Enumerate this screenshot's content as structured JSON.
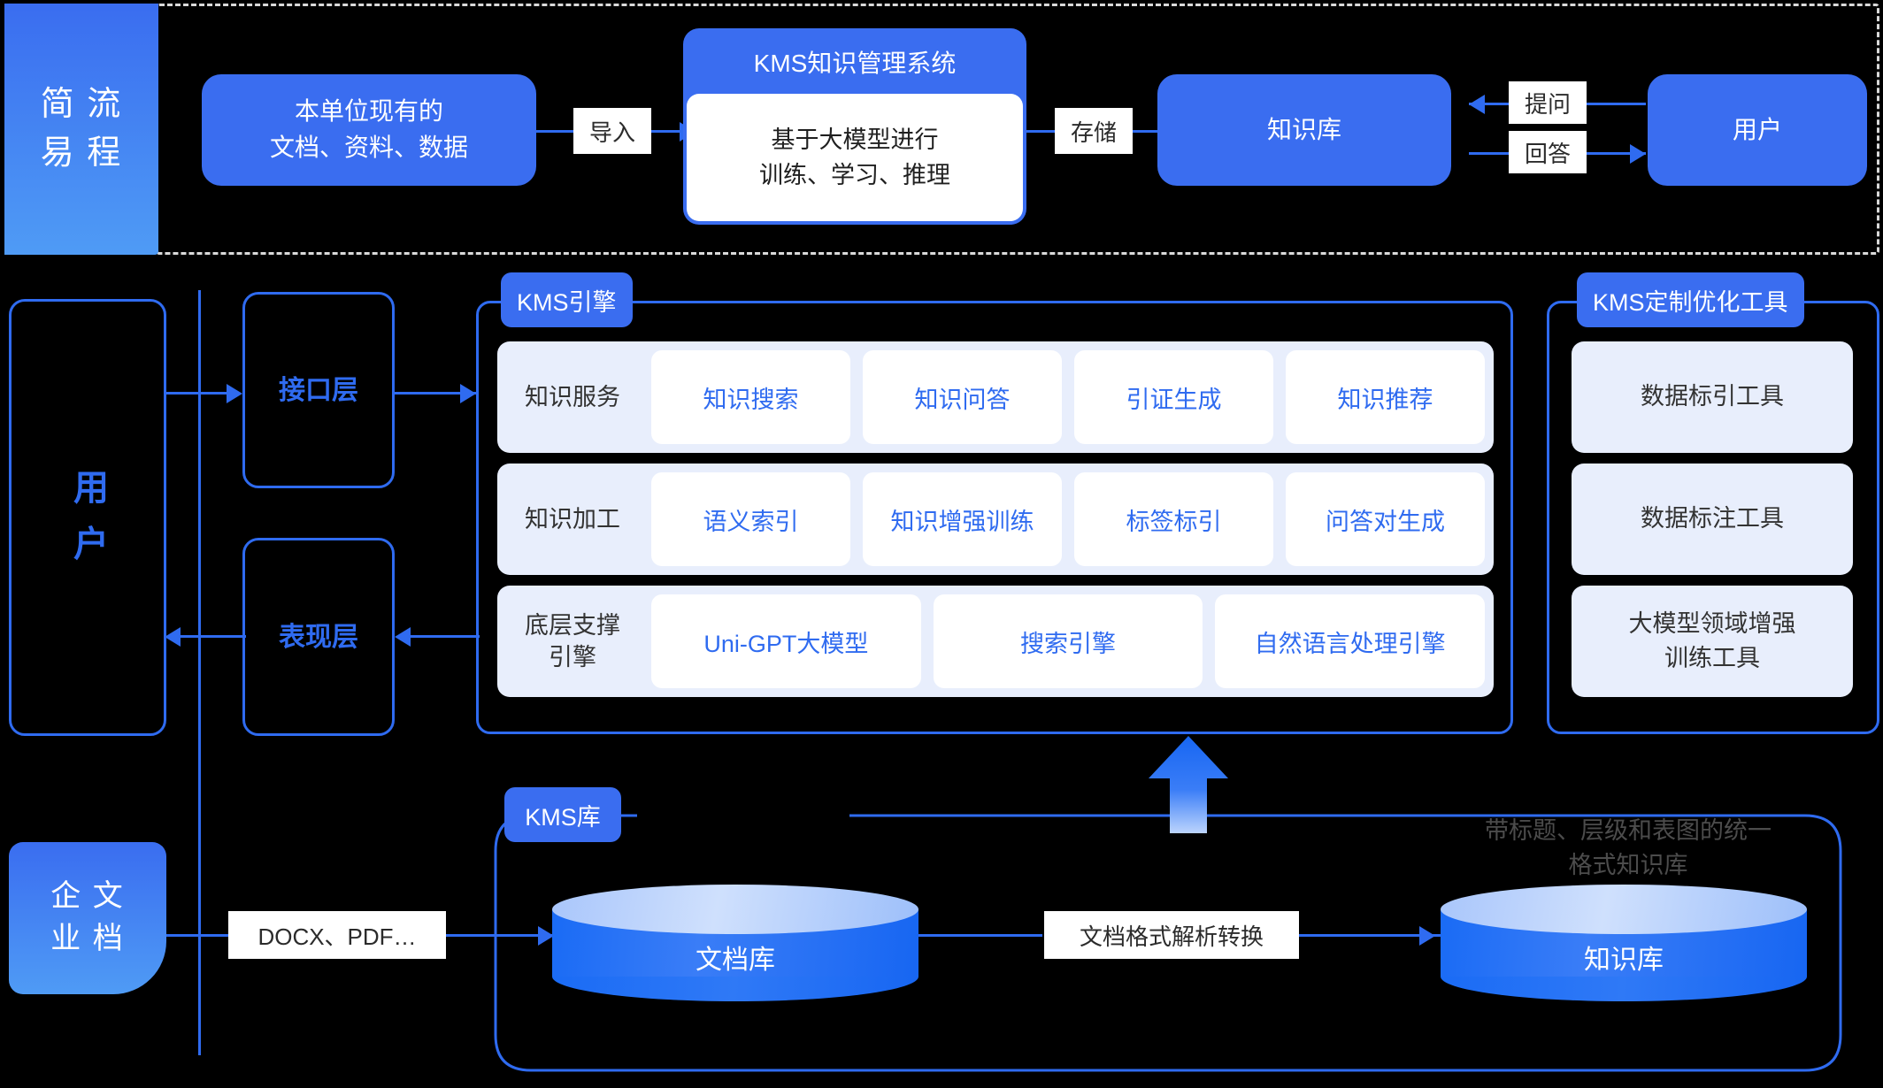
{
  "flow_section": {
    "side_tab": "简 流\n易 程",
    "source_box": "本单位现有的\n文档、资料、数据",
    "import_label": "导入",
    "kms_card": {
      "title": "KMS知识管理系统",
      "body": "基于大模型进行\n训练、学习、推理"
    },
    "store_label": "存储",
    "knowledge_base": "知识库",
    "ask_label": "提问",
    "answer_label": "回答",
    "user_box": "用户"
  },
  "arch_section": {
    "user_column": "用 户",
    "interface_layer": "接口层",
    "presentation_layer": "表现层",
    "engine_panel": {
      "tag": "KMS引擎",
      "rows": [
        {
          "label": "知识服务",
          "chips": [
            "知识搜索",
            "知识问答",
            "引证生成",
            "知识推荐"
          ]
        },
        {
          "label": "知识加工",
          "chips": [
            "语义索引",
            "知识增强训练",
            "标签标引",
            "问答对生成"
          ]
        },
        {
          "label": "底层支撑\n引擎",
          "chips": [
            "Uni-GPT大模型",
            "搜索引擎",
            "自然语言处理引擎"
          ]
        }
      ]
    },
    "tools_panel": {
      "tag": "KMS定制优化工具",
      "cards": [
        "数据标引工具",
        "数据标注工具",
        "大模型领域增强\n训练工具"
      ]
    }
  },
  "storage_section": {
    "enterprise_doc": "企 文\n业 档",
    "format_label": "DOCX、PDF…",
    "kms_lib_tag": "KMS库",
    "doc_store": "文档库",
    "convert_label": "文档格式解析转换",
    "knowledge_store": "知识库",
    "ghost_note": "带标题、层级和表图的统一\n格式知识库"
  },
  "colors": {
    "brand_blue": "#3a6df0",
    "line_blue": "#2f6bf0",
    "panel_light": "#e8eefc",
    "dashed_gray": "#d9d9d9",
    "background": "#000000"
  }
}
